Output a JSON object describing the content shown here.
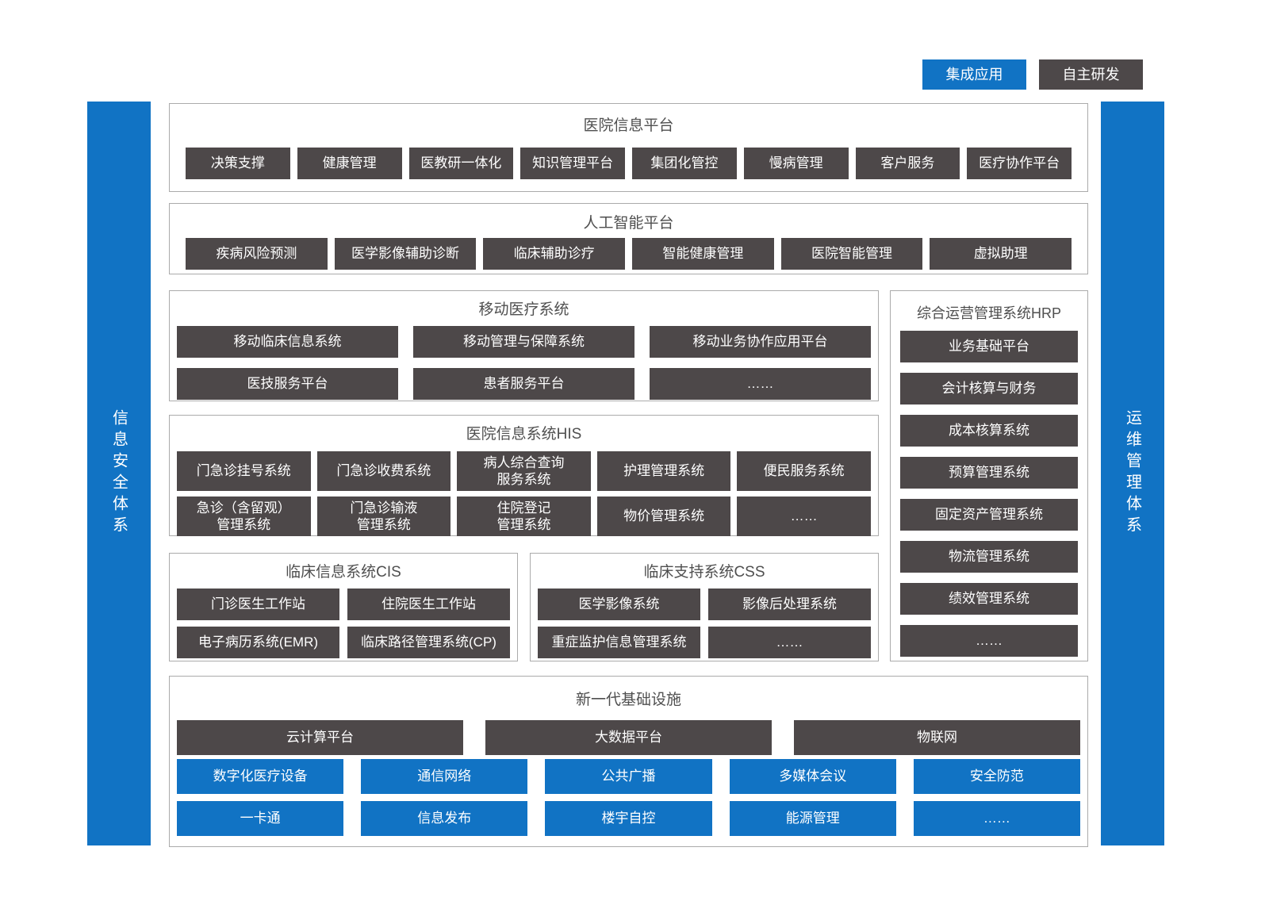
{
  "legend": {
    "integrated": "集成应用",
    "self_developed": "自主研发"
  },
  "side_bars": {
    "left": "信息安全体系",
    "right": "运维管理体系"
  },
  "colors": {
    "accent_blue": "#1173c4",
    "box_dark": "#4d4849",
    "border_gray": "#ababab"
  },
  "sections": {
    "hospital_info": {
      "title": "医院信息平台",
      "items": [
        "决策支撑",
        "健康管理",
        "医教研一体化",
        "知识管理平台",
        "集团化管控",
        "慢病管理",
        "客户服务",
        "医疗协作平台"
      ]
    },
    "ai_platform": {
      "title": "人工智能平台",
      "items": [
        "疾病风险预测",
        "医学影像辅助诊断",
        "临床辅助诊疗",
        "智能健康管理",
        "医院智能管理",
        "虚拟助理"
      ]
    },
    "mobile_medical": {
      "title": "移动医疗系统",
      "rows": [
        [
          "移动临床信息系统",
          "移动管理与保障系统",
          "移动业务协作应用平台"
        ],
        [
          "医技服务平台",
          "患者服务平台",
          "……"
        ]
      ]
    },
    "his": {
      "title": "医院信息系统HIS",
      "rows": [
        [
          "门急诊挂号系统",
          "门急诊收费系统",
          "病人综合查询\n服务系统",
          "护理管理系统",
          "便民服务系统"
        ],
        [
          "急诊（含留观）\n管理系统",
          "门急诊输液\n管理系统",
          "住院登记\n管理系统",
          "物价管理系统",
          "……"
        ]
      ]
    },
    "cis": {
      "title": "临床信息系统CIS",
      "rows": [
        [
          "门诊医生工作站",
          "住院医生工作站"
        ],
        [
          "电子病历系统(EMR)",
          "临床路径管理系统(CP)"
        ]
      ]
    },
    "css_support": {
      "title": "临床支持系统CSS",
      "rows": [
        [
          "医学影像系统",
          "影像后处理系统"
        ],
        [
          "重症监护信息管理系统",
          "……"
        ]
      ]
    },
    "hrp": {
      "title": "综合运营管理系统HRP",
      "items": [
        "业务基础平台",
        "会计核算与财务",
        "成本核算系统",
        "预算管理系统",
        "固定资产管理系统",
        "物流管理系统",
        "绩效管理系统",
        "……"
      ]
    },
    "infrastructure": {
      "title": "新一代基础设施",
      "dark_row": [
        "云计算平台",
        "大数据平台",
        "物联网"
      ],
      "blue_rows": [
        [
          "数字化医疗设备",
          "通信网络",
          "公共广播",
          "多媒体会议",
          "安全防范"
        ],
        [
          "一卡通",
          "信息发布",
          "楼宇自控",
          "能源管理",
          "……"
        ]
      ]
    }
  }
}
